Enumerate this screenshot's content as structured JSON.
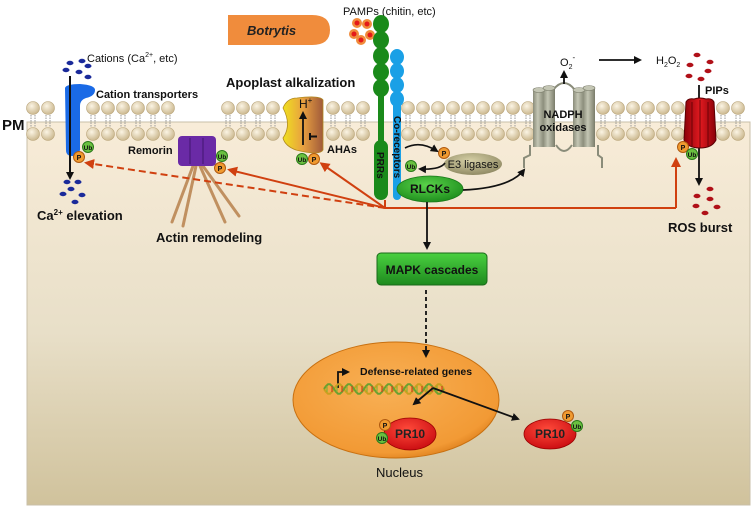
{
  "diagram": {
    "title_labels": {
      "pm": "PM",
      "pathogen": "Botrytis",
      "pamps": "PAMPs (chitin, etc)",
      "cations": "Cations (Ca",
      "cations_sup": "2+",
      "cations_tail": ", etc)",
      "cation_transporters": "Cation transporters",
      "ca_elevation": "Ca",
      "ca_elevation_sup": "2+",
      "ca_elevation_tail": " elevation",
      "apoplast_alkalization": "Apoplast alkalization",
      "h_plus": "H",
      "h_plus_sup": "+",
      "ahas": "AHAs",
      "remorin": "Remorin",
      "actin_remodeling": "Actin remodeling",
      "prrs": "PRRs",
      "co_receptors": "Co-receptors",
      "e3_ligases": "E3 ligases",
      "rlcks": "RLCKs",
      "nadph_oxidases_line1": "NADPH",
      "nadph_oxidases_line2": "oxidases",
      "superoxide": "O",
      "superoxide_sub": "2",
      "superoxide_sup": "-",
      "h2o2_h": "H",
      "h2o2_sub1": "2",
      "h2o2_o": "O",
      "h2o2_sub2": "2",
      "pips": "PIPs",
      "ros_burst": "ROS burst",
      "mapk_cascades": "MAPK cascades",
      "defense_genes": "Defense-related genes",
      "pr10": "PR10",
      "nucleus": "Nucleus",
      "phospho": "P",
      "ubiquitin": "Ub"
    },
    "colors": {
      "cytoplasm_top": "#f7ead6",
      "cytoplasm_bottom": "#d2c4a0",
      "lipid_head": "#e3d3b0",
      "pathogen": "#f08c3c",
      "prr": "#1a8a1a",
      "co_receptor": "#1aa0e6",
      "cation_transporter": "#1a6ae6",
      "remorin": "#6a2aa6",
      "nadph": "#a8aa98",
      "pip": "#c0101a",
      "rlck": "#2aa02a",
      "mapk": "#2aa02a",
      "e3": "#b4ae80",
      "nucleus": "#f5a040",
      "pr10": "#e41a1a",
      "phospho": "#f09a30",
      "ubiquitin": "#6ac040",
      "signal_arrow": "#d04010",
      "actin": "#c09060"
    }
  }
}
